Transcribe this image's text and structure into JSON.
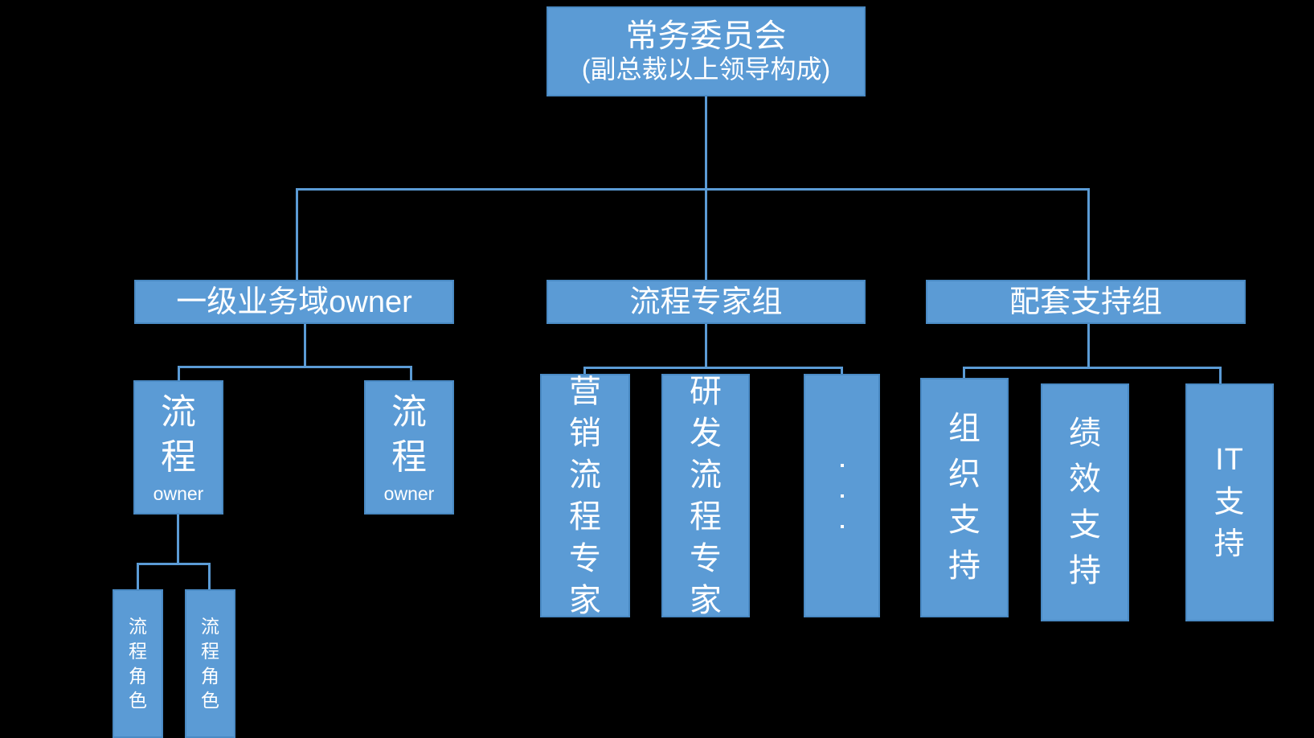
{
  "diagram": {
    "title_text": "",
    "palette": {
      "box_fill": "#5B9BD5",
      "box_border": "#4A8AC4",
      "connector": "#5B9BD5",
      "text": "#FFFFFF",
      "background": "#000000"
    }
  },
  "root": {
    "title": "常务委员会",
    "subtitle": "(副总裁以上领导构成)"
  },
  "level2": [
    {
      "label": "一级业务域owner"
    },
    {
      "label": "流程专家组"
    },
    {
      "label": "配套支持组"
    }
  ],
  "business_domain_children": [
    {
      "main": "流程",
      "sub": "owner",
      "chars": [
        "流",
        "程"
      ]
    },
    {
      "main": "流程",
      "sub": "owner",
      "chars": [
        "流",
        "程"
      ]
    }
  ],
  "process_roles": [
    {
      "label": "流程角色",
      "chars": [
        "流",
        "程",
        "角",
        "色"
      ]
    },
    {
      "label": "流程角色",
      "chars": [
        "流",
        "程",
        "角",
        "色"
      ]
    }
  ],
  "expert_children": [
    {
      "label": "营销流程专家",
      "chars": [
        "营",
        "销",
        "流",
        "程",
        "专",
        "家"
      ]
    },
    {
      "label": "研发流程专家",
      "chars": [
        "研",
        "发",
        "流",
        "程",
        "专",
        "家"
      ]
    },
    {
      "label": "...",
      "ellipsis": true
    }
  ],
  "support_children": [
    {
      "label": "组织支持",
      "chars": [
        "组",
        "织",
        "支",
        "持"
      ]
    },
    {
      "label": "绩效支持",
      "chars": [
        "绩",
        "效",
        "支",
        "持"
      ]
    },
    {
      "label": "IT支持",
      "head": "IT",
      "chars": [
        "支",
        "持"
      ]
    }
  ]
}
